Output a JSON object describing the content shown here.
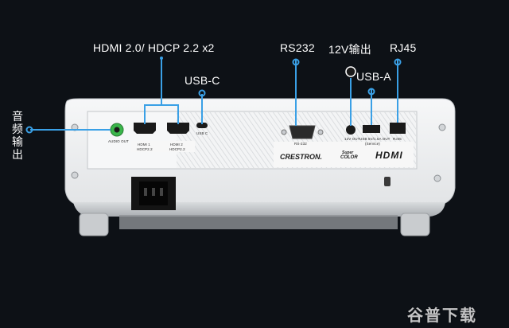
{
  "callouts": {
    "hdmi": "HDMI 2.0/ HDCP 2.2 x2",
    "rs232": "RS232",
    "dc12v": "12V输出",
    "rj45": "RJ45",
    "usb_c": "USB-C",
    "usb_a": "USB-A",
    "audio_out": "音频输出"
  },
  "panel_labels": {
    "audio_out": "AUDIO OUT",
    "hdmi1": "HDMI 1",
    "hdmi1_sub": "HDCP2.2",
    "hdmi2": "HDMI 2",
    "hdmi2_sub": "HDCP2.2",
    "usb_c": "USB C",
    "rs232": "RS-232",
    "dc12v": "12V OUT",
    "usb_a": "USB 5V/1.5A OUT",
    "usb_a_sub": "(Service)",
    "rj45": "RJ45"
  },
  "brands": {
    "crestron": "CRESTRON.",
    "supercolor_1": "Super",
    "supercolor_2": "COLOR",
    "hdmi": "HDMI"
  },
  "watermark": "谷普下载",
  "colors": {
    "background": "#0d1116",
    "body": "#eef0f1",
    "panel": "#f4f5f6",
    "port_dark": "#1a1a1a",
    "leader": "#3aa0e6",
    "audio_jack": "#3ab54a"
  }
}
